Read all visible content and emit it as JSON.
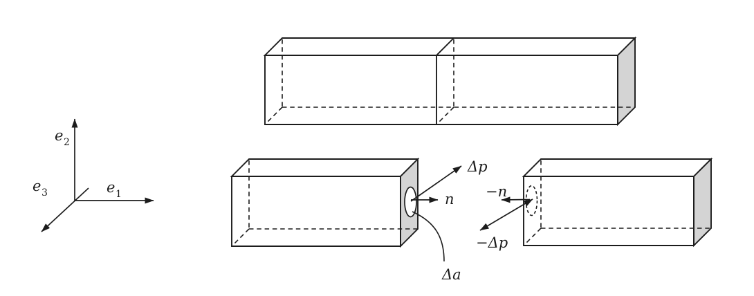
{
  "colors": {
    "background": "#ffffff",
    "line": "#1c1c1c",
    "shade": "#d4d4d4"
  },
  "axes": {
    "e1": {
      "base": "e",
      "sub": "1"
    },
    "e2": {
      "base": "e",
      "sub": "2"
    },
    "e3": {
      "base": "e",
      "sub": "3"
    }
  },
  "labels": {
    "delta_p": "Δp",
    "n": "n",
    "minus_n": "−n",
    "minus_delta_p": "−Δp",
    "delta_a": "Δa"
  }
}
